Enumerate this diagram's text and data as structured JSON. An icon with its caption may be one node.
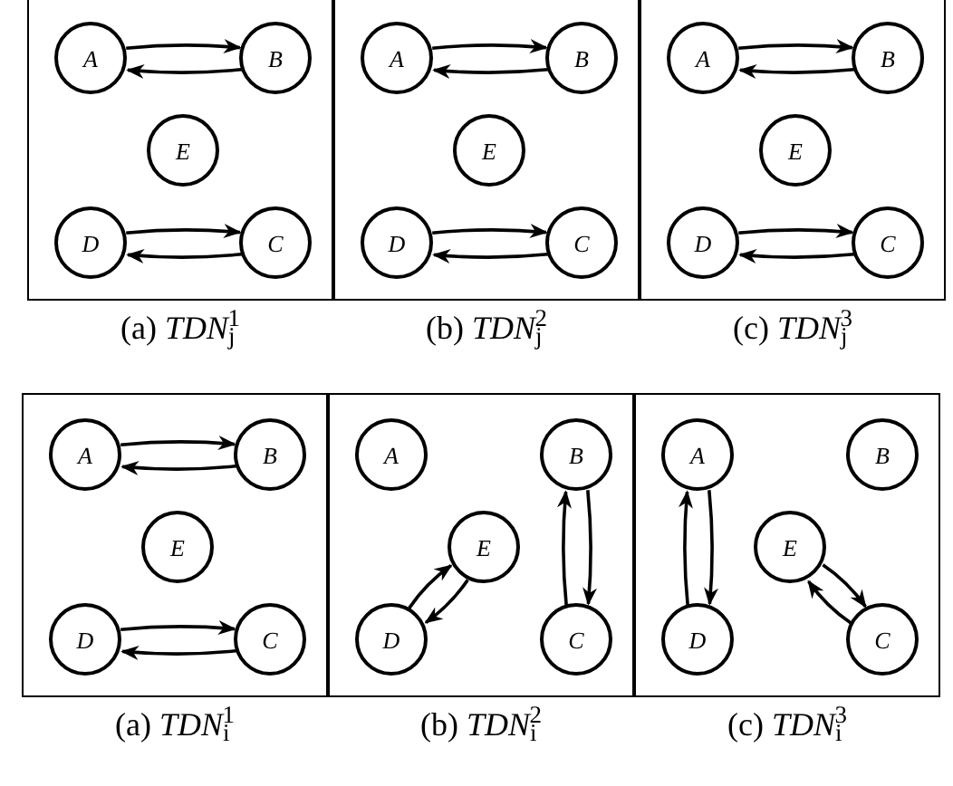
{
  "diagram": {
    "nodes": [
      {
        "text": [],
        "shape": "box",
        "beside": [
          "(a) *TDN*$_{j}$$^{1}$"
        ]
      },
      {
        "text": [
          "A"
        ],
        "in": 0
      },
      {
        "text": [
          "B"
        ],
        "in": 0
      },
      {
        "text": [
          "E"
        ],
        "in": 0
      },
      {
        "text": [
          "D"
        ],
        "in": 0
      },
      {
        "text": [
          "C"
        ],
        "in": 0
      },
      {
        "text": [],
        "shape": "box",
        "beside": [
          "(b) *TDN*$_{j}$$^{2}$"
        ]
      },
      {
        "text": [
          "A"
        ],
        "in": 6
      },
      {
        "text": [
          "B"
        ],
        "in": 6
      },
      {
        "text": [
          "E"
        ],
        "in": 6
      },
      {
        "text": [
          "D"
        ],
        "in": 6
      },
      {
        "text": [
          "C"
        ],
        "in": 6
      },
      {
        "text": [],
        "shape": "box",
        "beside": [
          "(c) *TDN*$_{j}$$^{3}$"
        ]
      },
      {
        "text": [
          "A"
        ],
        "in": 12
      },
      {
        "text": [
          "B"
        ],
        "in": 12
      },
      {
        "text": [
          "E"
        ],
        "in": 12
      },
      {
        "text": [
          "D"
        ],
        "in": 12
      },
      {
        "text": [
          "C"
        ],
        "in": 12
      },
      {
        "text": [],
        "shape": "box",
        "beside": [
          "(a) *TDN*$_{i}$$^{1}$"
        ]
      },
      {
        "text": [
          "A"
        ],
        "in": 18
      },
      {
        "text": [
          "B"
        ],
        "in": 18
      },
      {
        "text": [
          "E"
        ],
        "in": 18
      },
      {
        "text": [
          "D"
        ],
        "in": 18
      },
      {
        "text": [
          "C"
        ],
        "in": 18
      },
      {
        "text": [],
        "shape": "box",
        "beside": [
          "(b) *TDN*$_{i}$$^{2}$"
        ]
      },
      {
        "text": [
          "A"
        ],
        "in": 24
      },
      {
        "text": [
          "B"
        ],
        "in": 24
      },
      {
        "text": [
          "E"
        ],
        "in": 24
      },
      {
        "text": [
          "D"
        ],
        "in": 24
      },
      {
        "text": [
          "C"
        ],
        "in": 24
      },
      {
        "text": [],
        "shape": "box",
        "beside": [
          "(c) *TDN*$_{i}$$^{3}$"
        ]
      },
      {
        "text": [
          "A"
        ],
        "in": 30
      },
      {
        "text": [
          "B"
        ],
        "in": 30
      },
      {
        "text": [
          "E"
        ],
        "in": 30
      },
      {
        "text": [
          "D"
        ],
        "in": 30
      },
      {
        "text": [
          "C"
        ],
        "in": 30
      }
    ],
    "edges": [
      {
        "from": 1,
        "to": 2,
        "arrow": "to"
      },
      {
        "from": 2,
        "to": 1,
        "arrow": "to"
      },
      {
        "from": 4,
        "to": 5,
        "arrow": "to"
      },
      {
        "from": 5,
        "to": 4,
        "arrow": "to"
      },
      {
        "from": 7,
        "to": 8,
        "arrow": "to"
      },
      {
        "from": 8,
        "to": 7,
        "arrow": "to"
      },
      {
        "from": 10,
        "to": 11,
        "arrow": "to"
      },
      {
        "from": 11,
        "to": 10,
        "arrow": "to"
      },
      {
        "from": 13,
        "to": 14,
        "arrow": "to"
      },
      {
        "from": 14,
        "to": 13,
        "arrow": "to"
      },
      {
        "from": 16,
        "to": 17,
        "arrow": "to"
      },
      {
        "from": 17,
        "to": 16,
        "arrow": "to"
      },
      {
        "from": 19,
        "to": 20,
        "arrow": "to"
      },
      {
        "from": 20,
        "to": 19,
        "arrow": "to"
      },
      {
        "from": 22,
        "to": 23,
        "arrow": "to"
      },
      {
        "from": 23,
        "to": 22,
        "arrow": "to"
      },
      {
        "from": 28,
        "to": 27,
        "arrow": "to"
      },
      {
        "from": 27,
        "to": 28,
        "arrow": "to"
      },
      {
        "from": 29,
        "to": 26,
        "arrow": "to"
      },
      {
        "from": 26,
        "to": 29,
        "arrow": "to"
      },
      {
        "from": 34,
        "to": 31,
        "arrow": "to"
      },
      {
        "from": 31,
        "to": 34,
        "arrow": "to"
      },
      {
        "from": 33,
        "to": 35,
        "arrow": "to"
      },
      {
        "from": 35,
        "to": 33,
        "arrow": "to"
      }
    ]
  }
}
